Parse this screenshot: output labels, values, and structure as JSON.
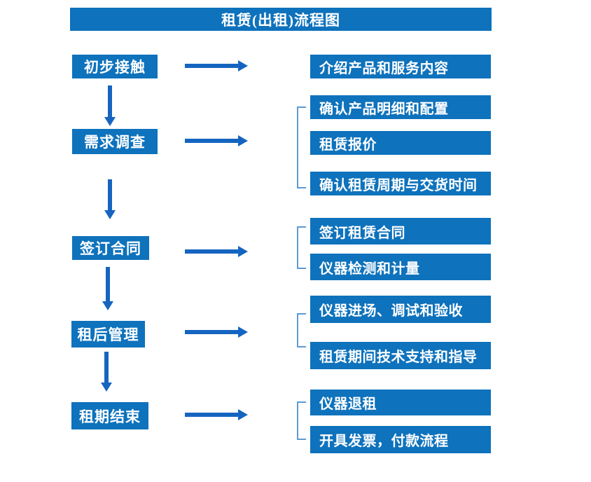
{
  "title": "租赁(出租)流程图",
  "colors": {
    "box_blue": "#0E72BC",
    "arrow_blue": "#1565C0",
    "bracket_blue": "#5B9BD5",
    "text": "#FFFFFF",
    "background": "#FFFFFF"
  },
  "steps": [
    {
      "label": "初步接触",
      "details": [
        "介绍产品和服务内容"
      ]
    },
    {
      "label": "需求调查",
      "details": [
        "确认产品明细和配置",
        "租赁报价",
        "确认租赁周期与交货时间"
      ]
    },
    {
      "label": "签订合同",
      "details": [
        "签订租赁合同",
        "仪器检测和计量"
      ]
    },
    {
      "label": "租后管理",
      "details": [
        "仪器进场、调试和验收",
        "租赁期间技术支持和指导"
      ]
    },
    {
      "label": "租期结束",
      "details": [
        "仪器退租",
        "开具发票，付款流程"
      ]
    }
  ]
}
